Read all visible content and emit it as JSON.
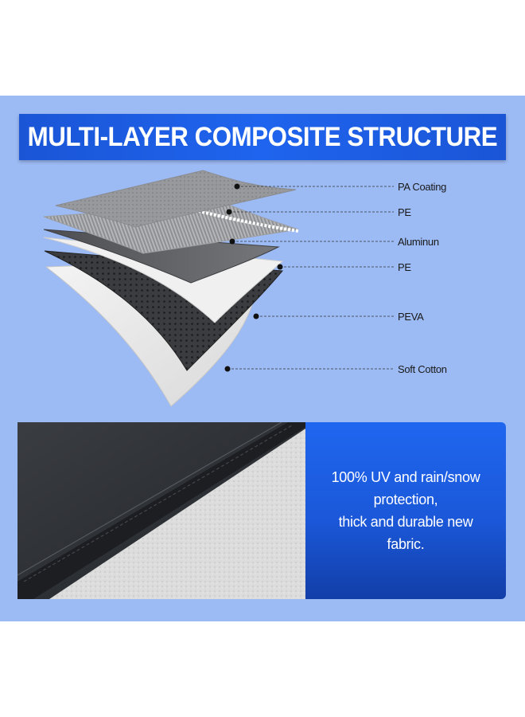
{
  "banner": {
    "title": "MULTI-LAYER COMPOSITE STRUCTURE"
  },
  "layers": [
    {
      "label": "PA Coating"
    },
    {
      "label": "PE"
    },
    {
      "label": "Aluminun"
    },
    {
      "label": "PE"
    },
    {
      "label": "PEVA"
    },
    {
      "label": "Soft Cotton"
    }
  ],
  "feature": {
    "lines": [
      "100% UV and rain/snow",
      "protection,",
      "thick and durable new",
      "fabric."
    ]
  },
  "colors": {
    "panel": "#9cbaf4",
    "banner": "#1f64ee",
    "card": "#1b58d9"
  }
}
